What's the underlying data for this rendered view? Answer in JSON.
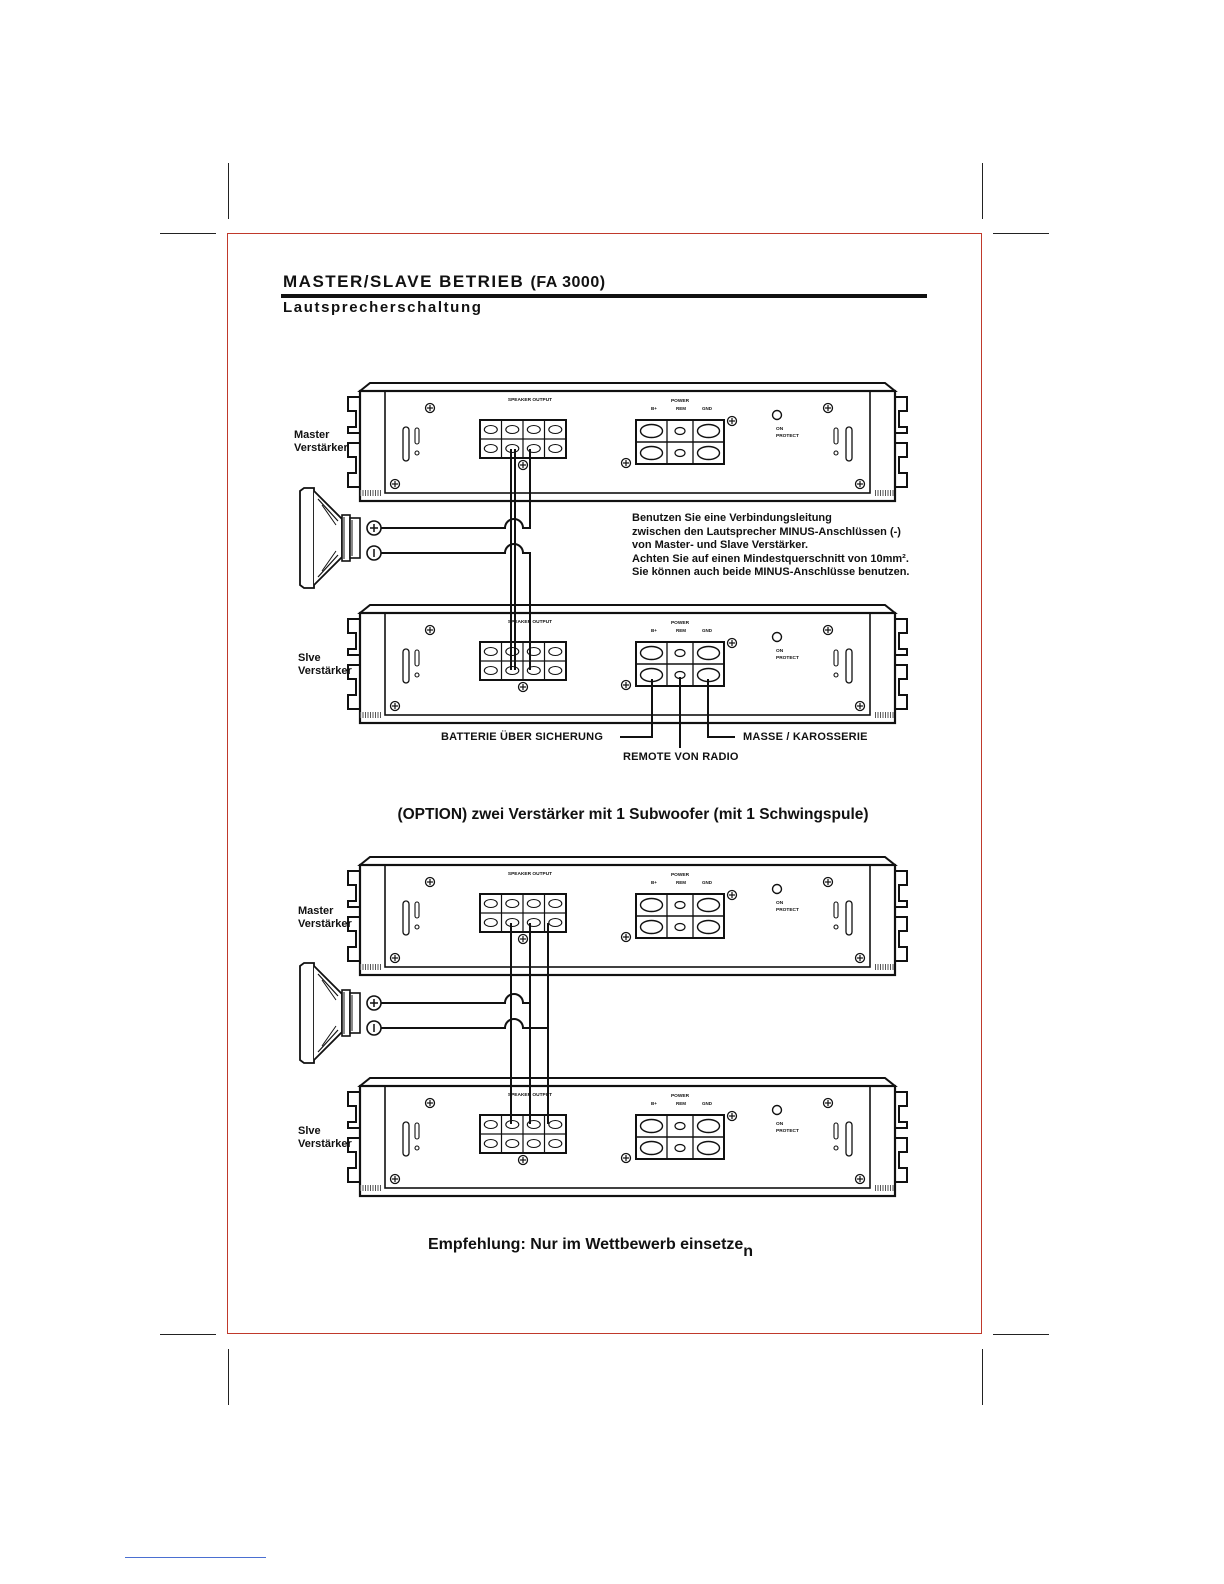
{
  "title": {
    "main": "MASTER/SLAVE BETRIEB",
    "model": "(FA 3000)"
  },
  "subtitle": "Lautsprecherschaltung",
  "amp_panel": {
    "speaker_output": "SPEAKER OUTPUT",
    "polarity": [
      "–",
      "+",
      "–",
      "+"
    ],
    "power": "POWER",
    "power_terms": [
      "B+",
      "REM",
      "GND"
    ],
    "led_on": "ON",
    "led_protect": "PROTECT"
  },
  "diagram1": {
    "master_label_1": "Master",
    "master_label_2": "Verstärker",
    "slave_label_1": "Slve",
    "slave_label_2": "Verstärker",
    "note": [
      "Benutzen Sie eine Verbindungsleitung",
      "zwischen den Lautsprecher MINUS-Anschlüssen (-)",
      "von Master- und Slave Verstärker.",
      "Achten Sie auf  einen Mindestquerschnitt von 10mm².",
      "Sie können auch beide MINUS-Anschlüsse benutzen."
    ],
    "battery": "BATTERIE ÜBER SICHERUNG",
    "remote": "REMOTE VON RADIO",
    "ground": "MASSE / KAROSSERIE"
  },
  "option_heading": "(OPTION) zwei Verstärker mit 1 Subwoofer (mit 1 Schwingspule)",
  "diagram2": {
    "master_label_1": "Master",
    "master_label_2": "Verstärker",
    "slave_label_1": "Slve",
    "slave_label_2": "Verstärker"
  },
  "recommendation": {
    "text": "Empfehlung: Nur im Wettbewerb einsetze",
    "tail": "n"
  }
}
